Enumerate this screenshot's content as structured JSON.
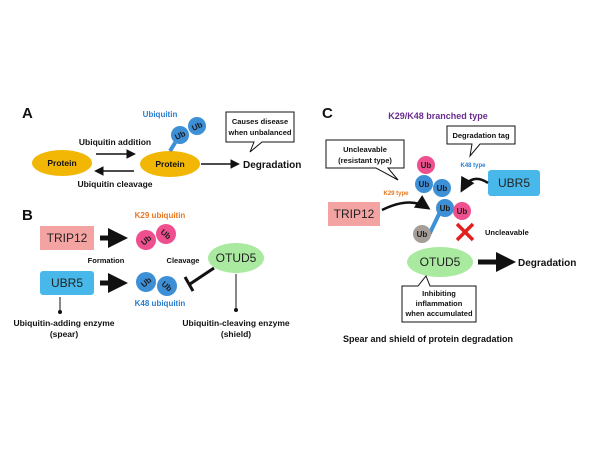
{
  "panel_a": {
    "letter": "A",
    "ubiquitin_label": "Ubiquitin",
    "ubiquitin_addition": "Ubiquitin addition",
    "ubiquitin_cleavage": "Ubiquitin cleavage",
    "protein_left": "Protein",
    "protein_right": "Protein",
    "ub1": "Ub",
    "ub2": "Ub",
    "callout": [
      "Causes disease",
      "when unbalanced"
    ],
    "degradation": "Degradation"
  },
  "panel_b": {
    "letter": "B",
    "trip12": "TRIP12",
    "ubr5": "UBR5",
    "otud5": "OTUD5",
    "k29_label": "K29 ubiquitin",
    "k48_label": "K48 ubiquitin",
    "formation": "Formation",
    "cleavage": "Cleavage",
    "ub_k29_a": "Ub",
    "ub_k29_b": "Ub",
    "ub_k48_a": "Ub",
    "ub_k48_b": "Ub",
    "adding_enzyme": [
      "Ubiquitin-adding enzyme",
      "(spear)"
    ],
    "cleaving_enzyme": [
      "Ubiquitin-cleaving enzyme",
      "(shield)"
    ]
  },
  "panel_c": {
    "letter": "C",
    "title": "K29/K48 branched type",
    "uncleavable_callout": [
      "Uncleavable",
      "(resistant type)"
    ],
    "degradation_tag": "Degradation tag",
    "k29_type": "K29 type",
    "k48_type": "K48 type",
    "uncleavable": "Uncleavable",
    "trip12": "TRIP12",
    "ubr5": "UBR5",
    "otud5": "OTUD5",
    "degradation": "Degradation",
    "inhibit_callout": [
      "Inhibiting",
      "inflammation",
      "when accumulated"
    ],
    "ub_labels": [
      "Ub",
      "Ub",
      "Ub",
      "Ub",
      "Ub",
      "Ub"
    ],
    "caption": "Spear and shield of protein degradation"
  },
  "colors": {
    "protein": "#f2b705",
    "ub_blue": "#3d8fd6",
    "ub_pink": "#ee4f8e",
    "ub_gray": "#a59d97",
    "trip12": "#f4a3a3",
    "ubr5": "#48b8ea",
    "otud5": "#aaeaa0",
    "k29_orange": "#e87722",
    "k48_blue": "#2a7dd1",
    "title_purple": "#6a2c91",
    "cross_red": "#e02020"
  }
}
